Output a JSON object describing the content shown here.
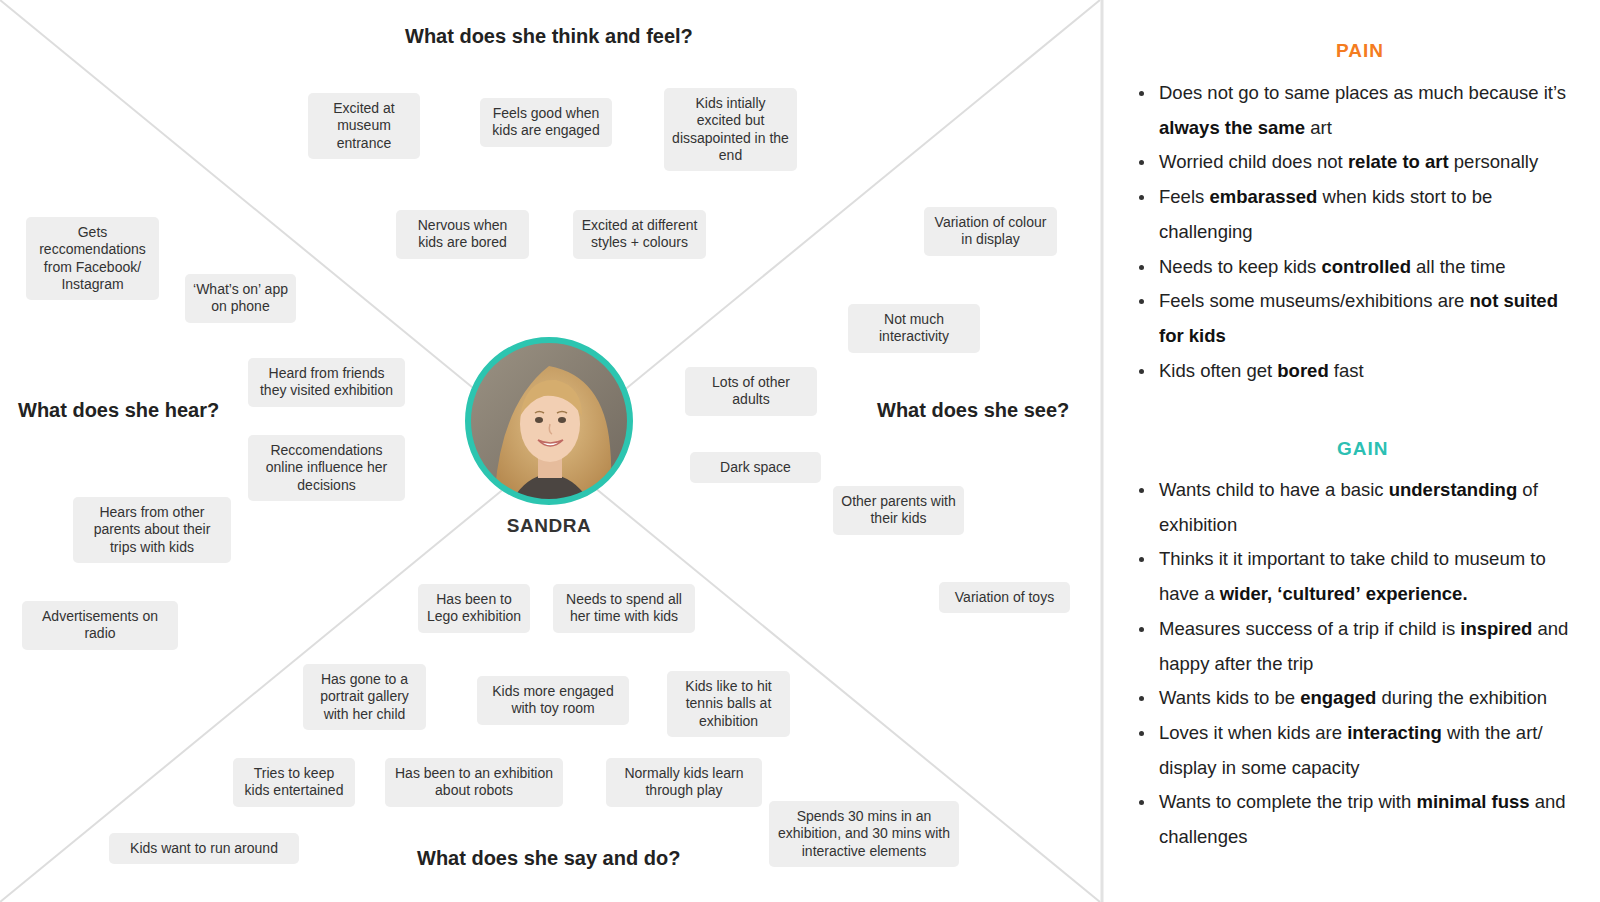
{
  "diagram": {
    "nodes": [
      {
        "text": [
          "Excited at museum entrance"
        ]
      },
      {
        "text": [
          "Feels good when kids are engaged"
        ]
      },
      {
        "text": [
          "Kids intially excited but dissapointed in the end"
        ]
      },
      {
        "text": [
          "Nervous when kids are bored"
        ]
      },
      {
        "text": [
          "Excited at different styles + colours"
        ]
      },
      {
        "text": [
          "Gets reccomendations from Facebook/ Instagram"
        ]
      },
      {
        "text": [
          "‘What’s on’ app on phone"
        ]
      },
      {
        "text": [
          "Heard from friends they visited exhibition"
        ]
      },
      {
        "text": [
          "Reccomendations online influence her decisions"
        ]
      },
      {
        "text": [
          "Hears from other parents about their trips with kids"
        ]
      },
      {
        "text": [
          "Advertisements on radio"
        ]
      },
      {
        "text": [
          "Variation of colour in display"
        ]
      },
      {
        "text": [
          "Not much interactivity"
        ]
      },
      {
        "text": [
          "Lots of other adults"
        ]
      },
      {
        "text": [
          "Dark space"
        ]
      },
      {
        "text": [
          "Other parents with their kids"
        ]
      },
      {
        "text": [
          "Variation of toys"
        ]
      },
      {
        "text": [
          "SANDRA"
        ]
      },
      {
        "text": [
          "Has been to Lego exhibition"
        ]
      },
      {
        "text": [
          "Needs to spend all her time with kids"
        ]
      },
      {
        "text": [
          "Has gone to a portrait gallery with her child"
        ]
      },
      {
        "text": [
          "Kids more engaged with toy room"
        ]
      },
      {
        "text": [
          "Kids like to hit tennis balls at exhibition"
        ]
      },
      {
        "text": [
          "Tries to keep kids entertained"
        ]
      },
      {
        "text": [
          "Has been to an exhibition about robots"
        ]
      },
      {
        "text": [
          "Normally kids learn through play"
        ]
      },
      {
        "text": [
          "Kids want to run around"
        ]
      },
      {
        "text": [
          "Spends 30 mins in an exhibition, and 30 mins with interactive elements"
        ]
      }
    ],
    "labels": [
      "What does she think and feel?",
      "What does she hear?",
      "What does she see?",
      "What does she say and do?",
      "PAIN",
      "Does not go to same places as much because it’s always the same art",
      "Worried child does not relate to art personally",
      "Feels embarassed when kids stort to be challenging",
      "Needs to keep kids controlled all the time",
      "Feels some museums/exhibitions are not suited for kids",
      "Kids often get bored fast",
      "GAIN",
      "Wants child to have a basic understanding of exhibition",
      "Thinks it it important to take child to museum to have a wider, ‘cultured’ experience.",
      "Measures success of a trip if child is inspired and happy after the trip",
      "Wants kids to be engaged during the exhibition",
      "Loves it when kids are interacting with the art/ display in some capacity",
      "Wants to complete the trip with minimal fuss and challenges"
    ]
  }
}
